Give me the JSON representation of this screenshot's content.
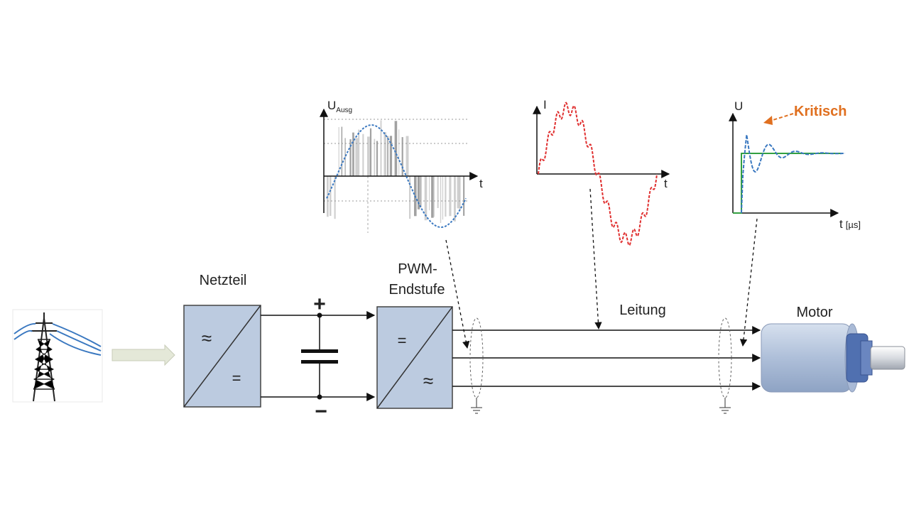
{
  "blocks": {
    "netzteil": {
      "label": "Netzteil",
      "symbol_top": "≈",
      "symbol_bottom": "="
    },
    "pwm": {
      "label_line1": "PWM-",
      "label_line2": "Endstufe",
      "symbol_top": "=",
      "symbol_bottom": "≈"
    },
    "leitung": {
      "label": "Leitung"
    },
    "motor": {
      "label": "Motor"
    }
  },
  "capacitor": {
    "plus": "+",
    "minus": "−"
  },
  "graphs": {
    "pwm_voltage": {
      "y_label": "U",
      "y_subscript": "Ausg",
      "x_label": "t"
    },
    "current": {
      "y_label": "I",
      "x_label": "t"
    },
    "overshoot": {
      "y_label": "U",
      "x_label": "t",
      "x_unit": "[µs]",
      "annotation": "Kritisch"
    }
  },
  "colors": {
    "block_fill": "#bccbe0",
    "sine": "#3a78c0",
    "current_wave": "#e03030",
    "step": "#33a040",
    "critical": "#e07020",
    "feed_arrow": "#e4e8d8",
    "motor_body": "#b8c8e0"
  },
  "icons": [
    "power-pylon-icon",
    "ground-icon",
    "motor-icon"
  ]
}
